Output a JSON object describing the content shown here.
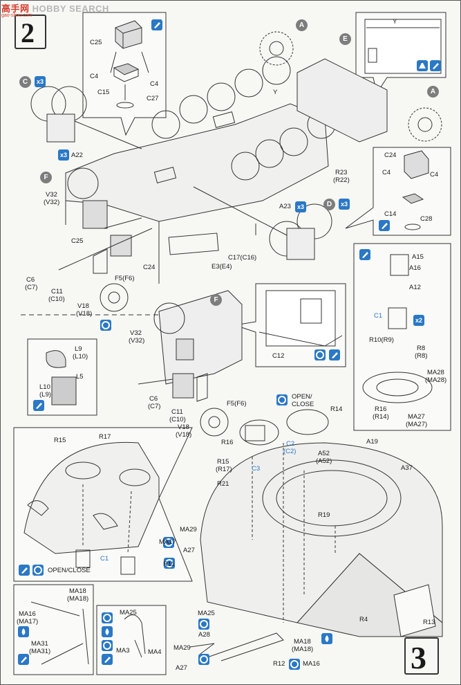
{
  "watermark": {
    "logo_text": "高手网",
    "text": "HOBBY SEARCH",
    "url": "gao-shou.com"
  },
  "steps": {
    "s2": "2",
    "s3": "3"
  },
  "circles": {
    "A": "A",
    "E": "E",
    "C": "C",
    "F": "F",
    "D": "D"
  },
  "badges": {
    "x3": "x3",
    "x2": "x2"
  },
  "labels": {
    "C25": "C25",
    "C4": "C4",
    "C15": "C15",
    "C27": "C27",
    "Y": "Y",
    "A22": "A22",
    "V32": "V32",
    "V32p": "(V32)",
    "R23": "R23",
    "R22p": "(R22)",
    "A23": "A23",
    "C24": "C24",
    "C14": "C14",
    "C28": "C28",
    "C17": "C17(C16)",
    "E3": "E3(E4)",
    "F5": "F5(F6)",
    "C6": "C6",
    "C7p": "(C7)",
    "C11": "C11",
    "C10p": "(C10)",
    "V18": "V18",
    "V18p": "(V18)",
    "A15": "A15",
    "A16": "A16",
    "A12": "A12",
    "C1": "C1",
    "R10": "R10(R9)",
    "R8": "R8",
    "R8p": "(R8)",
    "MA28": "MA28",
    "MA28p": "(MA28)",
    "R16": "R16",
    "R14p": "(R14)",
    "MA27": "MA27",
    "MA27p": "(MA27)",
    "L9": "L9",
    "L10p": "(L10)",
    "L10": "L10",
    "L9p": "(L9)",
    "L5": "L5",
    "C12": "C12",
    "open": "OPEN/",
    "close": "CLOSE",
    "R14": "R14",
    "C2": "C2",
    "C2p": "(C2)",
    "A52": "A52",
    "A52p": "(A52)",
    "A19": "A19",
    "C3": "C3",
    "R15": "R15",
    "R17p": "(R17)",
    "R21": "R21",
    "R17": "R17",
    "A37": "A37",
    "R19": "R19",
    "MA29": "MA29",
    "MA17": "MA17",
    "A27": "A27",
    "R11": "R11",
    "openclose": "OPEN/CLOSE",
    "MA18": "MA18",
    "MA18p": "(MA18)",
    "MA16": "MA16",
    "MA17p": "(MA17)",
    "MA31": "MA31",
    "MA31p": "(MA31)",
    "MA25": "MA25",
    "MA3": "MA3",
    "MA4": "MA4",
    "A28": "A28",
    "R4": "R4",
    "R13": "R13",
    "R12": "R12"
  }
}
